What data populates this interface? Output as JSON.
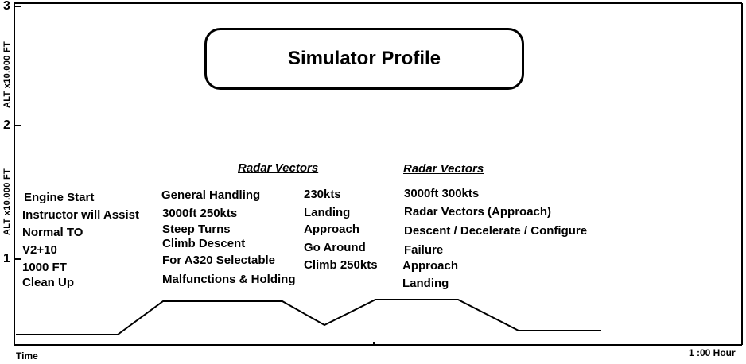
{
  "title": "Simulator Profile",
  "y_axis": {
    "ticks": [
      "3",
      "2",
      "1"
    ],
    "labels": [
      "ALT  x10.000 FT",
      "ALT  x10.000 FT"
    ]
  },
  "x_axis": {
    "start_label": "Time",
    "end_label": "1 :00 Hour"
  },
  "phases": {
    "radar_vectors_1": "Radar Vectors",
    "radar_vectors_2": "Radar Vectors"
  },
  "annotations": {
    "col1": [
      "Engine Start",
      "Instructor will Assist",
      "Normal TO",
      "V2+10",
      "1000 FT",
      "Clean Up"
    ],
    "col2": [
      "General Handling",
      "3000ft  250kts",
      "Steep Turns",
      "Climb Descent",
      "For A320 Selectable",
      "Malfunctions & Holding"
    ],
    "col3": [
      "230kts",
      "Landing",
      "Approach",
      "Go Around",
      "Climb 250kts"
    ],
    "col4": [
      "3000ft   300kts",
      "Radar Vectors (Approach)",
      "Descent / Decelerate / Configure",
      "Failure",
      "Approach",
      "Landing"
    ]
  },
  "profile": {
    "line_color": "#000000"
  }
}
